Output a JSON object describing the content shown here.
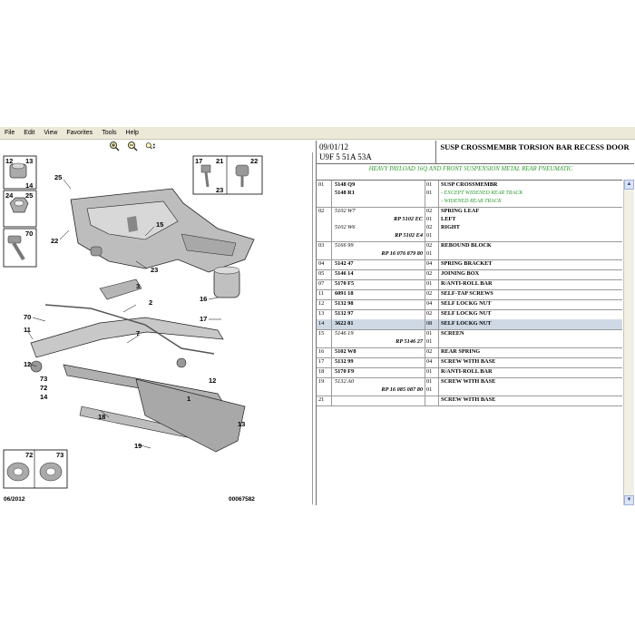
{
  "menu": [
    "File",
    "Edit",
    "View",
    "Favorites",
    "Tools",
    "Help"
  ],
  "diagram": {
    "labels": [
      "12",
      "13",
      "14",
      "24",
      "25",
      "70",
      "17",
      "21",
      "22",
      "23",
      "25",
      "22",
      "15",
      "23",
      "16",
      "17",
      "70",
      "11",
      "12",
      "2",
      "3",
      "7",
      "73",
      "72",
      "14",
      "18",
      "19",
      "12",
      "1",
      "13",
      "72",
      "73"
    ],
    "date": "06/2012",
    "ref": "00067582"
  },
  "header": {
    "date": "09/01/12",
    "code": "U9F 5 51A 53A",
    "title": "SUSP CROSSMEMBR TORSION BAR RECESS DOOR",
    "subtitle": "HEAVY PAYLOAD 16Q AND FRONT SUSPENSION METAL REAR PNEUMATIC"
  },
  "rows": [
    {
      "num": "01",
      "lines": [
        {
          "ref": "5148 Q9",
          "qty": "01",
          "desc": "SUSP CROSSMEMBR"
        },
        {
          "ref": "5148 R1",
          "qty": "01",
          "note": "- EXCEPT WIDENED REAR TRACK"
        },
        {
          "note": "- WIDENED REAR TRACK"
        }
      ]
    },
    {
      "num": "02",
      "lines": [
        {
          "ref": "5102 W7",
          "qty": "02",
          "desc": "SPRING LEAF",
          "it": true
        },
        {
          "ref": "RP 5102 EC",
          "qty": "01",
          "desc": "LEFT",
          "right": true
        },
        {
          "ref": "5102 W6",
          "qty": "02",
          "desc": "RIGHT",
          "it": true
        },
        {
          "ref": "RP 5102 E4",
          "qty": "01",
          "right": true
        }
      ]
    },
    {
      "num": "03",
      "lines": [
        {
          "ref": "5166 99",
          "qty": "02",
          "desc": "REBOUND BLOCK",
          "it": true
        },
        {
          "ref": "RP 16 076 879 80",
          "qty": "01",
          "right": true
        }
      ]
    },
    {
      "num": "04",
      "lines": [
        {
          "ref": "5142 47",
          "qty": "04",
          "desc": "SPRING BRACKET"
        }
      ]
    },
    {
      "num": "05",
      "lines": [
        {
          "ref": "5146 14",
          "qty": "02",
          "desc": "JOINING BOX"
        }
      ]
    },
    {
      "num": "07",
      "lines": [
        {
          "ref": "5170 F5",
          "qty": "01",
          "desc": "R/ANTI-ROLL BAR"
        }
      ]
    },
    {
      "num": "11",
      "lines": [
        {
          "ref": "6091 18",
          "qty": "02",
          "desc": "SELF-TAP SCREWS"
        }
      ]
    },
    {
      "num": "12",
      "lines": [
        {
          "ref": "5132 98",
          "qty": "04",
          "desc": "SELF LOCKG NUT"
        }
      ]
    },
    {
      "num": "13",
      "lines": [
        {
          "ref": "5132 97",
          "qty": "02",
          "desc": "SELF LOCKG NUT"
        }
      ]
    },
    {
      "num": "14",
      "lines": [
        {
          "ref": "3622 81",
          "qty": "08",
          "desc": "SELF LOCKG NUT"
        }
      ],
      "selected": true
    },
    {
      "num": "15",
      "lines": [
        {
          "ref": "5146 19",
          "qty": "01",
          "desc": "SCREEN",
          "it": true
        },
        {
          "ref": "RP 5146 27",
          "qty": "01",
          "right": true
        }
      ]
    },
    {
      "num": "16",
      "lines": [
        {
          "ref": "5102 W8",
          "qty": "02",
          "desc": "REAR SPRING"
        }
      ]
    },
    {
      "num": "17",
      "lines": [
        {
          "ref": "5132 99",
          "qty": "04",
          "desc": "SCREW WITH BASE"
        }
      ]
    },
    {
      "num": "18",
      "lines": [
        {
          "ref": "5170 F9",
          "qty": "01",
          "desc": "R/ANTI-ROLL BAR"
        }
      ]
    },
    {
      "num": "19",
      "lines": [
        {
          "ref": "5132 A0",
          "qty": "01",
          "desc": "SCREW WITH BASE",
          "it": true
        },
        {
          "ref": "RP 16 085 087 80",
          "qty": "01",
          "right": true
        }
      ]
    },
    {
      "num": "21",
      "lines": [
        {
          "desc": "SCREW WITH BASE"
        }
      ]
    }
  ],
  "colors": {
    "accent_green": "#2e9a2e",
    "selected_row": "#cfd9e6",
    "menubar": "#ece9d8"
  }
}
